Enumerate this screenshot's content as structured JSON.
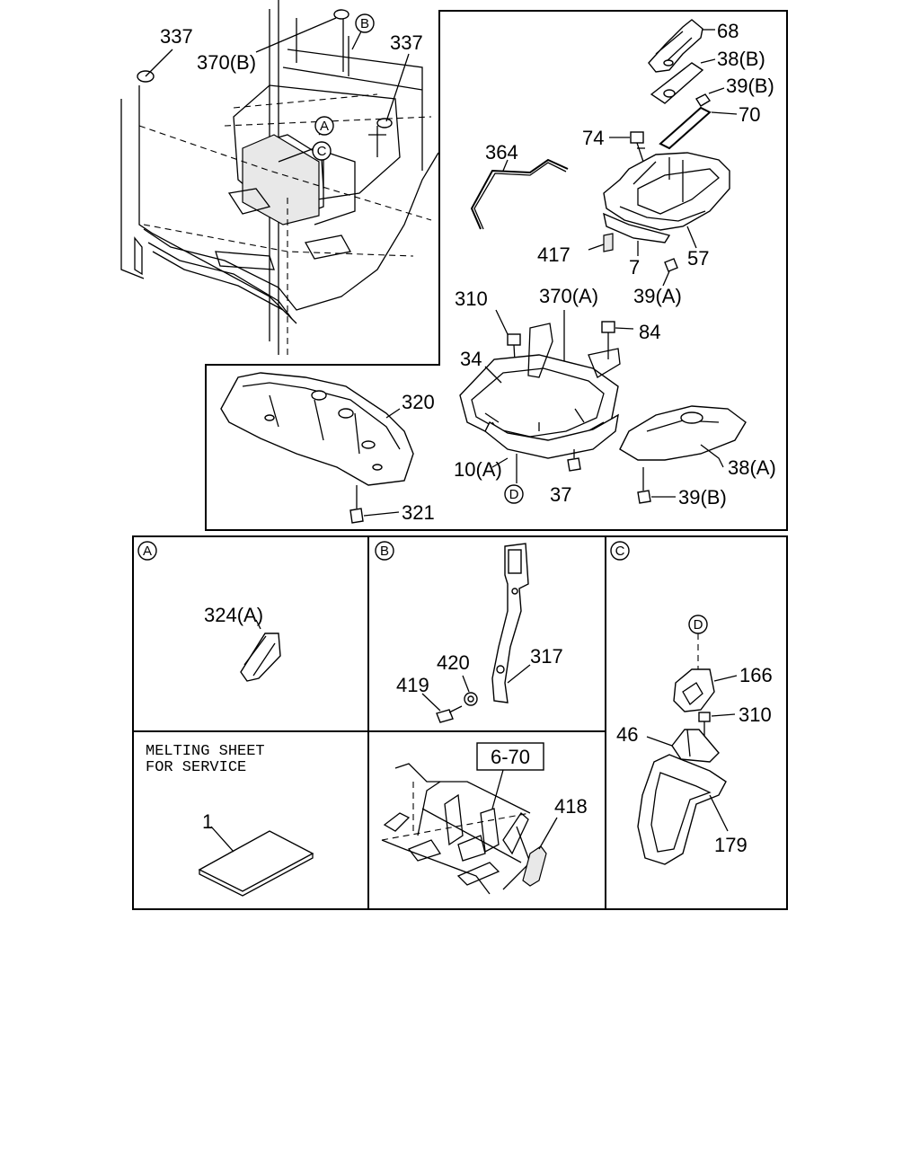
{
  "callouts": {
    "c337a": "337",
    "c370b": "370(B)",
    "c337b": "337",
    "c68": "68",
    "c38b": "38(B)",
    "c39b_top": "39(B)",
    "c70": "70",
    "c74": "74",
    "c364": "364",
    "c417": "417",
    "c7": "7",
    "c57": "57",
    "c39a": "39(A)",
    "c310": "310",
    "c370a": "370(A)",
    "c84": "84",
    "c34": "34",
    "c320": "320",
    "c10a": "10(A)",
    "c37": "37",
    "c38a": "38(A)",
    "c39b_bot": "39(B)",
    "c321": "321",
    "c324a": "324(A)",
    "c420": "420",
    "c317": "317",
    "c419": "419",
    "c166": "166",
    "c310c": "310",
    "c46": "46",
    "c179": "179",
    "c670": "6-70",
    "c418": "418",
    "c1": "1"
  },
  "circle_markers": {
    "a": "A",
    "b": "B",
    "c": "C",
    "d": "D",
    "a_panel": "A",
    "b_panel": "B",
    "c_panel": "C",
    "d_panel": "D"
  },
  "panels": {
    "melting_sheet_line1": "MELTING SHEET",
    "melting_sheet_line2": "FOR SERVICE"
  }
}
